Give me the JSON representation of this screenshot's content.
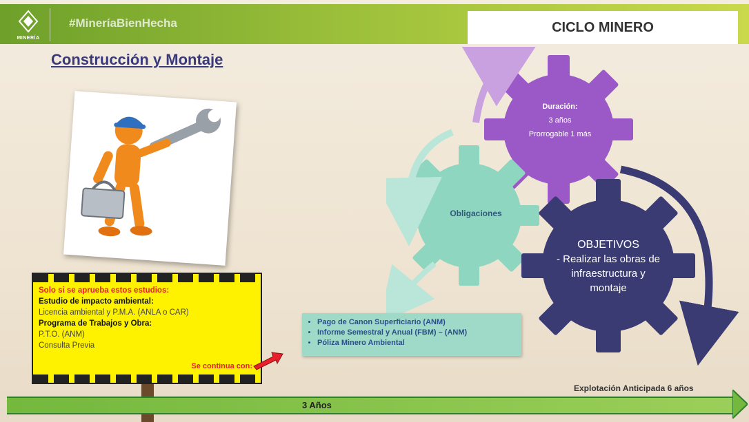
{
  "header": {
    "logo_text": "MINERÍA",
    "hashtag": "#MineríaBienHecha",
    "cycle_label": "CICLO MINERO"
  },
  "title": "Construcción y Montaje",
  "sign": {
    "warning": "Solo si se aprueba estos estudios:",
    "heading1": "Estudio de impacto ambiental:",
    "line1": "Licencia ambiental y P.M.A. (ANLA o CAR)",
    "heading2": "Programa de Trabajos y Obra:",
    "line2": "P.T.O. (ANM)",
    "line3": "Consulta Previa",
    "continue": "Se continua con:"
  },
  "gears": {
    "duration_title": "Duración:",
    "duration_value": "3 años",
    "duration_extension": "Prorrogable 1 más",
    "obligations_title": "Obligaciones",
    "objectives_title": "OBJETIVOS",
    "objectives_text": "- Realizar las obras de infraestructura y montaje"
  },
  "obligations": [
    "Pago de Canon Superficiario (ANM)",
    "Informe Semestral y Anual (FBM) – (ANM)",
    "Póliza Minero Ambiental"
  ],
  "timeline": {
    "years": "3 Años",
    "anticipated": "Explotación Anticipada 6 años"
  },
  "colors": {
    "header_green": "#9bbf3a",
    "title_blue": "#3a3a7a",
    "sign_yellow": "#fff200",
    "gear_purple": "#9b59c8",
    "gear_teal": "#8fd6c0",
    "gear_navy": "#3b3b73"
  }
}
